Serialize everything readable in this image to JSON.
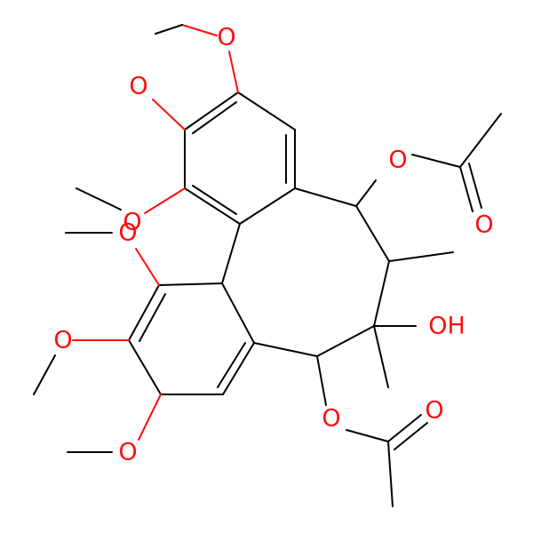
{
  "molecule": {
    "atom_labels": {
      "o_top": "O",
      "o_left": "O",
      "o_acetate_top": "O",
      "o_carbonyl_top": "O",
      "o_methoxy_a": "O",
      "o_methoxy_b": "O",
      "oh": "OH",
      "o_methoxy_c": "O",
      "o_acetate_bottom": "O",
      "o_carbonyl_bottom": "O",
      "o_methoxy_d": "O"
    }
  },
  "colors": {
    "bond": "#000000",
    "heteroatom": "#ff0d0d",
    "background": "#ffffff"
  }
}
